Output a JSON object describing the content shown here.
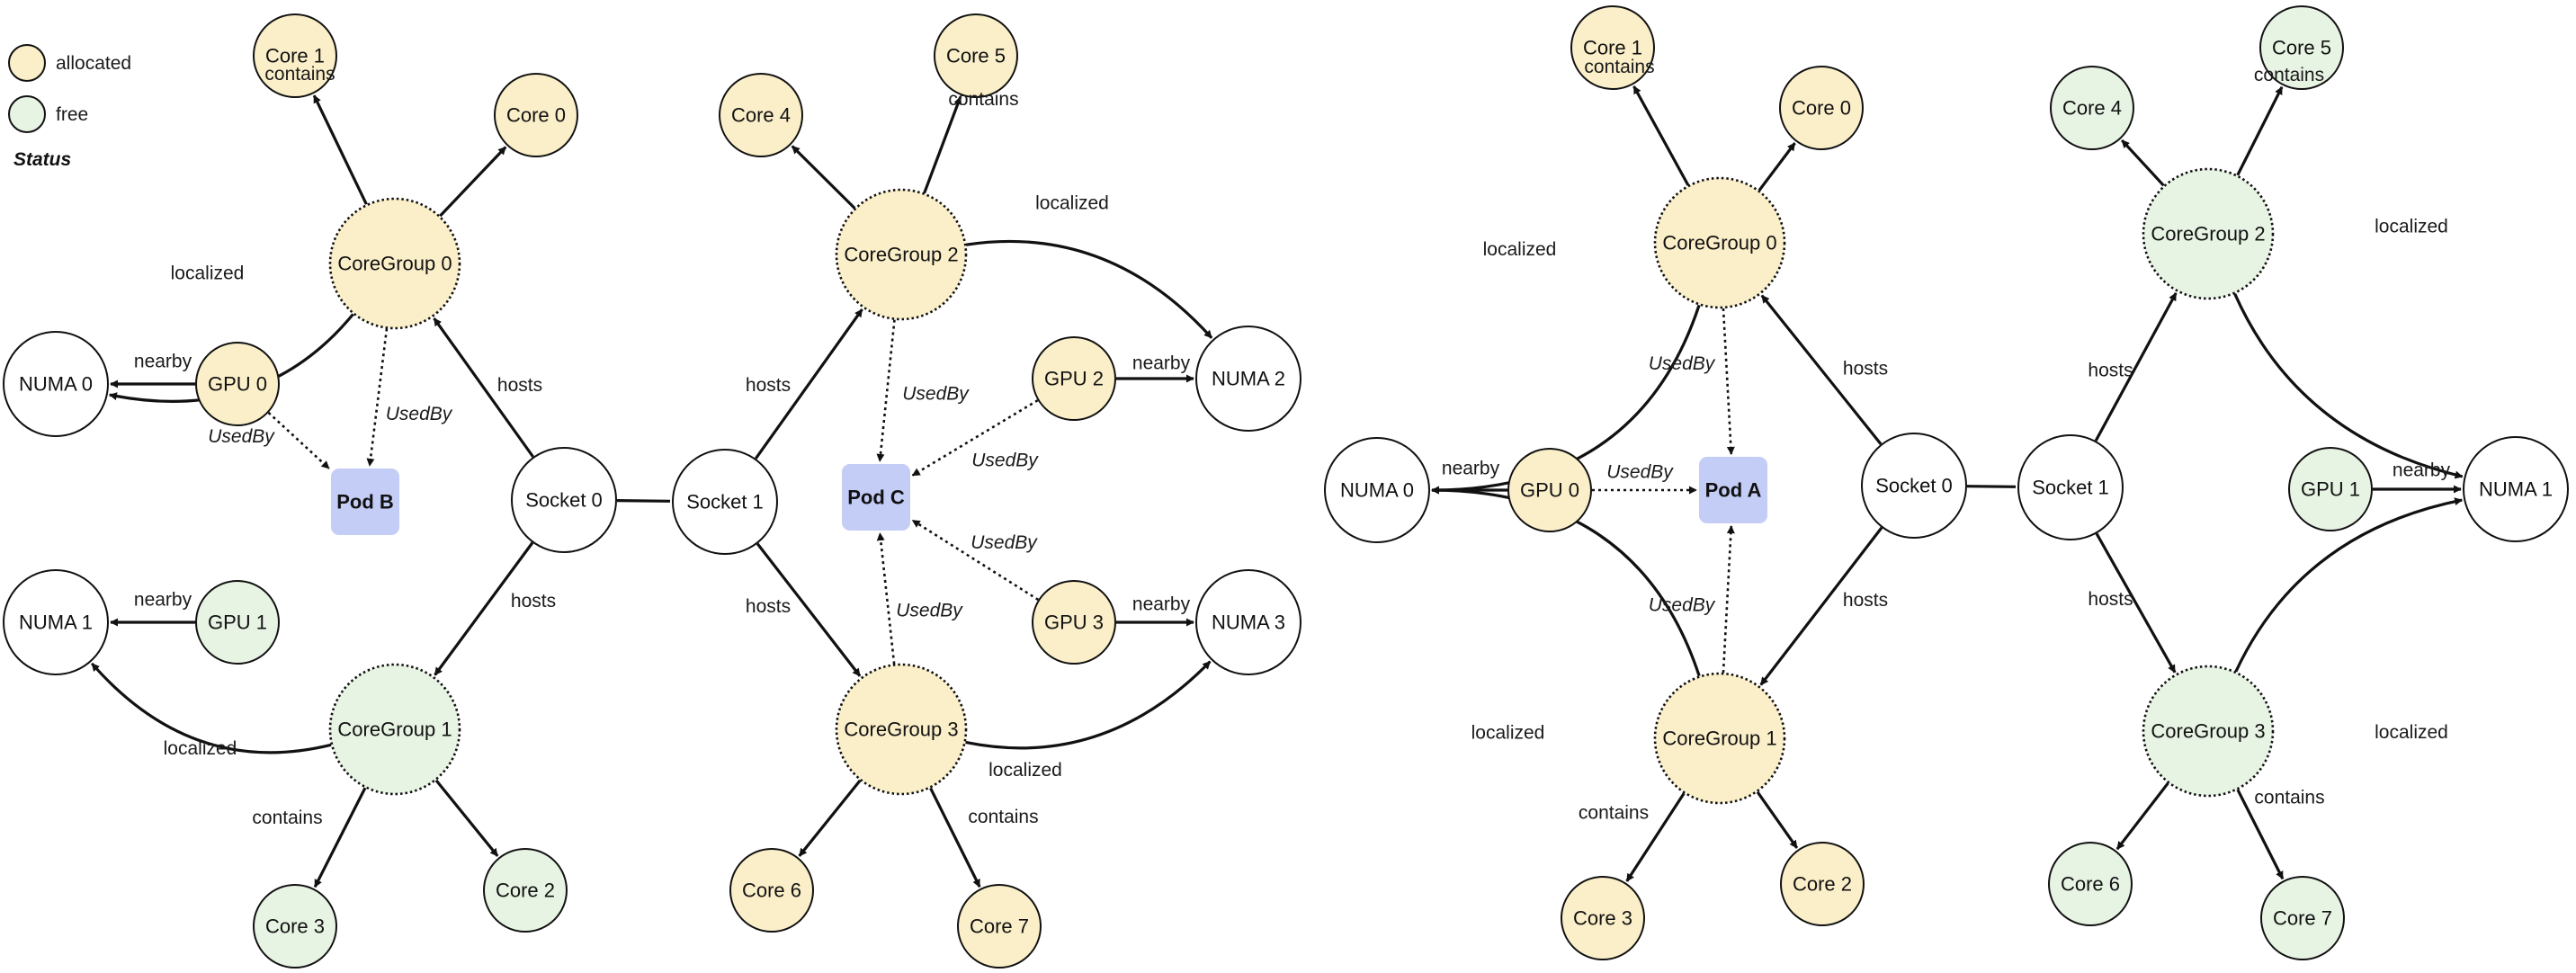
{
  "legend": {
    "title": "Status",
    "items": [
      {
        "label": "allocated",
        "color": "#fbefc9"
      },
      {
        "label": "free",
        "color": "#e7f3e3"
      }
    ]
  },
  "colors": {
    "allocated": "#fbefc9",
    "free": "#e7f3e3",
    "neutral": "#ffffff",
    "pod": "#c4cdf6",
    "stroke": "#111111"
  },
  "graphs": [
    {
      "name": "left",
      "nodes": [
        {
          "id": "L_core1",
          "label": "Core 1",
          "kind": "core",
          "status": "allocated"
        },
        {
          "id": "L_core0",
          "label": "Core 0",
          "kind": "core",
          "status": "allocated"
        },
        {
          "id": "L_cg0",
          "label": "CoreGroup 0",
          "kind": "coregroup",
          "status": "allocated"
        },
        {
          "id": "L_numa0",
          "label": "NUMA 0",
          "kind": "numa",
          "status": "neutral"
        },
        {
          "id": "L_gpu0",
          "label": "GPU 0",
          "kind": "gpu",
          "status": "allocated"
        },
        {
          "id": "L_podB",
          "label": "Pod B",
          "kind": "pod",
          "status": "pod"
        },
        {
          "id": "L_sock0",
          "label": "Socket 0",
          "kind": "socket",
          "status": "neutral"
        },
        {
          "id": "L_numa1",
          "label": "NUMA 1",
          "kind": "numa",
          "status": "neutral"
        },
        {
          "id": "L_gpu1",
          "label": "GPU 1",
          "kind": "gpu",
          "status": "free"
        },
        {
          "id": "L_cg1",
          "label": "CoreGroup 1",
          "kind": "coregroup",
          "status": "free"
        },
        {
          "id": "L_core3",
          "label": "Core 3",
          "kind": "core",
          "status": "free"
        },
        {
          "id": "L_core2",
          "label": "Core 2",
          "kind": "core",
          "status": "free"
        },
        {
          "id": "L_sock1",
          "label": "Socket 1",
          "kind": "socket",
          "status": "neutral"
        },
        {
          "id": "L_core4",
          "label": "Core 4",
          "kind": "core",
          "status": "allocated"
        },
        {
          "id": "L_core5",
          "label": "Core 5",
          "kind": "core",
          "status": "allocated"
        },
        {
          "id": "L_cg2",
          "label": "CoreGroup 2",
          "kind": "coregroup",
          "status": "allocated"
        },
        {
          "id": "L_gpu2",
          "label": "GPU 2",
          "kind": "gpu",
          "status": "allocated"
        },
        {
          "id": "L_numa2",
          "label": "NUMA 2",
          "kind": "numa",
          "status": "neutral"
        },
        {
          "id": "L_podC",
          "label": "Pod C",
          "kind": "pod",
          "status": "pod"
        },
        {
          "id": "L_gpu3",
          "label": "GPU 3",
          "kind": "gpu",
          "status": "allocated"
        },
        {
          "id": "L_numa3",
          "label": "NUMA 3",
          "kind": "numa",
          "status": "neutral"
        },
        {
          "id": "L_cg3",
          "label": "CoreGroup 3",
          "kind": "coregroup",
          "status": "allocated"
        },
        {
          "id": "L_core6",
          "label": "Core 6",
          "kind": "core",
          "status": "allocated"
        },
        {
          "id": "L_core7",
          "label": "Core 7",
          "kind": "core",
          "status": "allocated"
        }
      ],
      "edges": [
        {
          "from": "L_cg0",
          "to": "L_core1",
          "label": "contains",
          "style": "solid"
        },
        {
          "from": "L_cg0",
          "to": "L_core0",
          "label": "",
          "style": "solid"
        },
        {
          "from": "L_cg0",
          "to": "L_numa0",
          "label": "localized",
          "style": "solid"
        },
        {
          "from": "L_gpu0",
          "to": "L_numa0",
          "label": "nearby",
          "style": "solid"
        },
        {
          "from": "L_cg0",
          "to": "L_podB",
          "label": "UsedBy",
          "style": "dotted"
        },
        {
          "from": "L_gpu0",
          "to": "L_podB",
          "label": "UsedBy",
          "style": "dotted"
        },
        {
          "from": "L_sock0",
          "to": "L_cg0",
          "label": "hosts",
          "style": "solid"
        },
        {
          "from": "L_sock0",
          "to": "L_cg1",
          "label": "hosts",
          "style": "solid"
        },
        {
          "from": "L_gpu1",
          "to": "L_numa1",
          "label": "nearby",
          "style": "solid"
        },
        {
          "from": "L_cg1",
          "to": "L_numa1",
          "label": "localized",
          "style": "solid"
        },
        {
          "from": "L_cg1",
          "to": "L_core3",
          "label": "contains",
          "style": "solid"
        },
        {
          "from": "L_cg1",
          "to": "L_core2",
          "label": "",
          "style": "solid"
        },
        {
          "from": "L_sock0",
          "to": "L_sock1",
          "label": "",
          "style": "plain"
        },
        {
          "from": "L_sock1",
          "to": "L_cg2",
          "label": "hosts",
          "style": "solid"
        },
        {
          "from": "L_sock1",
          "to": "L_cg3",
          "label": "hosts",
          "style": "solid"
        },
        {
          "from": "L_cg2",
          "to": "L_core4",
          "label": "",
          "style": "solid"
        },
        {
          "from": "L_cg2",
          "to": "L_core5",
          "label": "contains",
          "style": "solid"
        },
        {
          "from": "L_cg2",
          "to": "L_numa2",
          "label": "localized",
          "style": "solid"
        },
        {
          "from": "L_cg2",
          "to": "L_podC",
          "label": "UsedBy",
          "style": "dotted"
        },
        {
          "from": "L_gpu2",
          "to": "L_numa2",
          "label": "nearby",
          "style": "solid"
        },
        {
          "from": "L_gpu2",
          "to": "L_podC",
          "label": "UsedBy",
          "style": "dotted"
        },
        {
          "from": "L_gpu3",
          "to": "L_podC",
          "label": "UsedBy",
          "style": "dotted"
        },
        {
          "from": "L_gpu3",
          "to": "L_numa3",
          "label": "nearby",
          "style": "solid"
        },
        {
          "from": "L_cg3",
          "to": "L_podC",
          "label": "UsedBy",
          "style": "dotted"
        },
        {
          "from": "L_cg3",
          "to": "L_numa3",
          "label": "localized",
          "style": "solid"
        },
        {
          "from": "L_cg3",
          "to": "L_core6",
          "label": "",
          "style": "solid"
        },
        {
          "from": "L_cg3",
          "to": "L_core7",
          "label": "contains",
          "style": "solid"
        }
      ]
    },
    {
      "name": "right",
      "nodes": [
        {
          "id": "R_core1",
          "label": "Core 1",
          "kind": "core",
          "status": "allocated"
        },
        {
          "id": "R_core0",
          "label": "Core 0",
          "kind": "core",
          "status": "allocated"
        },
        {
          "id": "R_cg0",
          "label": "CoreGroup 0",
          "kind": "coregroup",
          "status": "allocated"
        },
        {
          "id": "R_numa0",
          "label": "NUMA 0",
          "kind": "numa",
          "status": "neutral"
        },
        {
          "id": "R_gpu0",
          "label": "GPU 0",
          "kind": "gpu",
          "status": "allocated"
        },
        {
          "id": "R_podA",
          "label": "Pod A",
          "kind": "pod",
          "status": "pod"
        },
        {
          "id": "R_sock0",
          "label": "Socket 0",
          "kind": "socket",
          "status": "neutral"
        },
        {
          "id": "R_cg1",
          "label": "CoreGroup 1",
          "kind": "coregroup",
          "status": "allocated"
        },
        {
          "id": "R_core3",
          "label": "Core 3",
          "kind": "core",
          "status": "allocated"
        },
        {
          "id": "R_core2",
          "label": "Core 2",
          "kind": "core",
          "status": "allocated"
        },
        {
          "id": "R_sock1",
          "label": "Socket 1",
          "kind": "socket",
          "status": "neutral"
        },
        {
          "id": "R_core4",
          "label": "Core 4",
          "kind": "core",
          "status": "free"
        },
        {
          "id": "R_core5",
          "label": "Core 5",
          "kind": "core",
          "status": "free"
        },
        {
          "id": "R_cg2",
          "label": "CoreGroup 2",
          "kind": "coregroup",
          "status": "free"
        },
        {
          "id": "R_gpu1",
          "label": "GPU 1",
          "kind": "gpu",
          "status": "free"
        },
        {
          "id": "R_numa1",
          "label": "NUMA 1",
          "kind": "numa",
          "status": "neutral"
        },
        {
          "id": "R_cg3",
          "label": "CoreGroup 3",
          "kind": "coregroup",
          "status": "free"
        },
        {
          "id": "R_core6",
          "label": "Core 6",
          "kind": "core",
          "status": "free"
        },
        {
          "id": "R_core7",
          "label": "Core 7",
          "kind": "core",
          "status": "free"
        }
      ],
      "edges": [
        {
          "from": "R_cg0",
          "to": "R_core1",
          "label": "contains",
          "style": "solid"
        },
        {
          "from": "R_cg0",
          "to": "R_core0",
          "label": "",
          "style": "solid"
        },
        {
          "from": "R_cg0",
          "to": "R_numa0",
          "label": "localized",
          "style": "solid"
        },
        {
          "from": "R_gpu0",
          "to": "R_numa0",
          "label": "nearby",
          "style": "solid"
        },
        {
          "from": "R_gpu0",
          "to": "R_podA",
          "label": "UsedBy",
          "style": "dotted"
        },
        {
          "from": "R_cg0",
          "to": "R_podA",
          "label": "UsedBy",
          "style": "dotted"
        },
        {
          "from": "R_cg1",
          "to": "R_podA",
          "label": "UsedBy",
          "style": "dotted"
        },
        {
          "from": "R_sock0",
          "to": "R_cg0",
          "label": "hosts",
          "style": "solid"
        },
        {
          "from": "R_sock0",
          "to": "R_cg1",
          "label": "hosts",
          "style": "solid"
        },
        {
          "from": "R_cg1",
          "to": "R_numa0",
          "label": "localized",
          "style": "solid"
        },
        {
          "from": "R_cg1",
          "to": "R_core3",
          "label": "contains",
          "style": "solid"
        },
        {
          "from": "R_cg1",
          "to": "R_core2",
          "label": "",
          "style": "solid"
        },
        {
          "from": "R_sock0",
          "to": "R_sock1",
          "label": "",
          "style": "plain"
        },
        {
          "from": "R_sock1",
          "to": "R_cg2",
          "label": "hosts",
          "style": "solid"
        },
        {
          "from": "R_sock1",
          "to": "R_cg3",
          "label": "hosts",
          "style": "solid"
        },
        {
          "from": "R_cg2",
          "to": "R_core4",
          "label": "",
          "style": "solid"
        },
        {
          "from": "R_cg2",
          "to": "R_core5",
          "label": "contains",
          "style": "solid"
        },
        {
          "from": "R_cg2",
          "to": "R_numa1",
          "label": "localized",
          "style": "solid"
        },
        {
          "from": "R_gpu1",
          "to": "R_numa1",
          "label": "nearby",
          "style": "solid"
        },
        {
          "from": "R_cg3",
          "to": "R_numa1",
          "label": "localized",
          "style": "solid"
        },
        {
          "from": "R_cg3",
          "to": "R_core6",
          "label": "",
          "style": "solid"
        },
        {
          "from": "R_cg3",
          "to": "R_core7",
          "label": "contains",
          "style": "solid"
        }
      ]
    }
  ]
}
